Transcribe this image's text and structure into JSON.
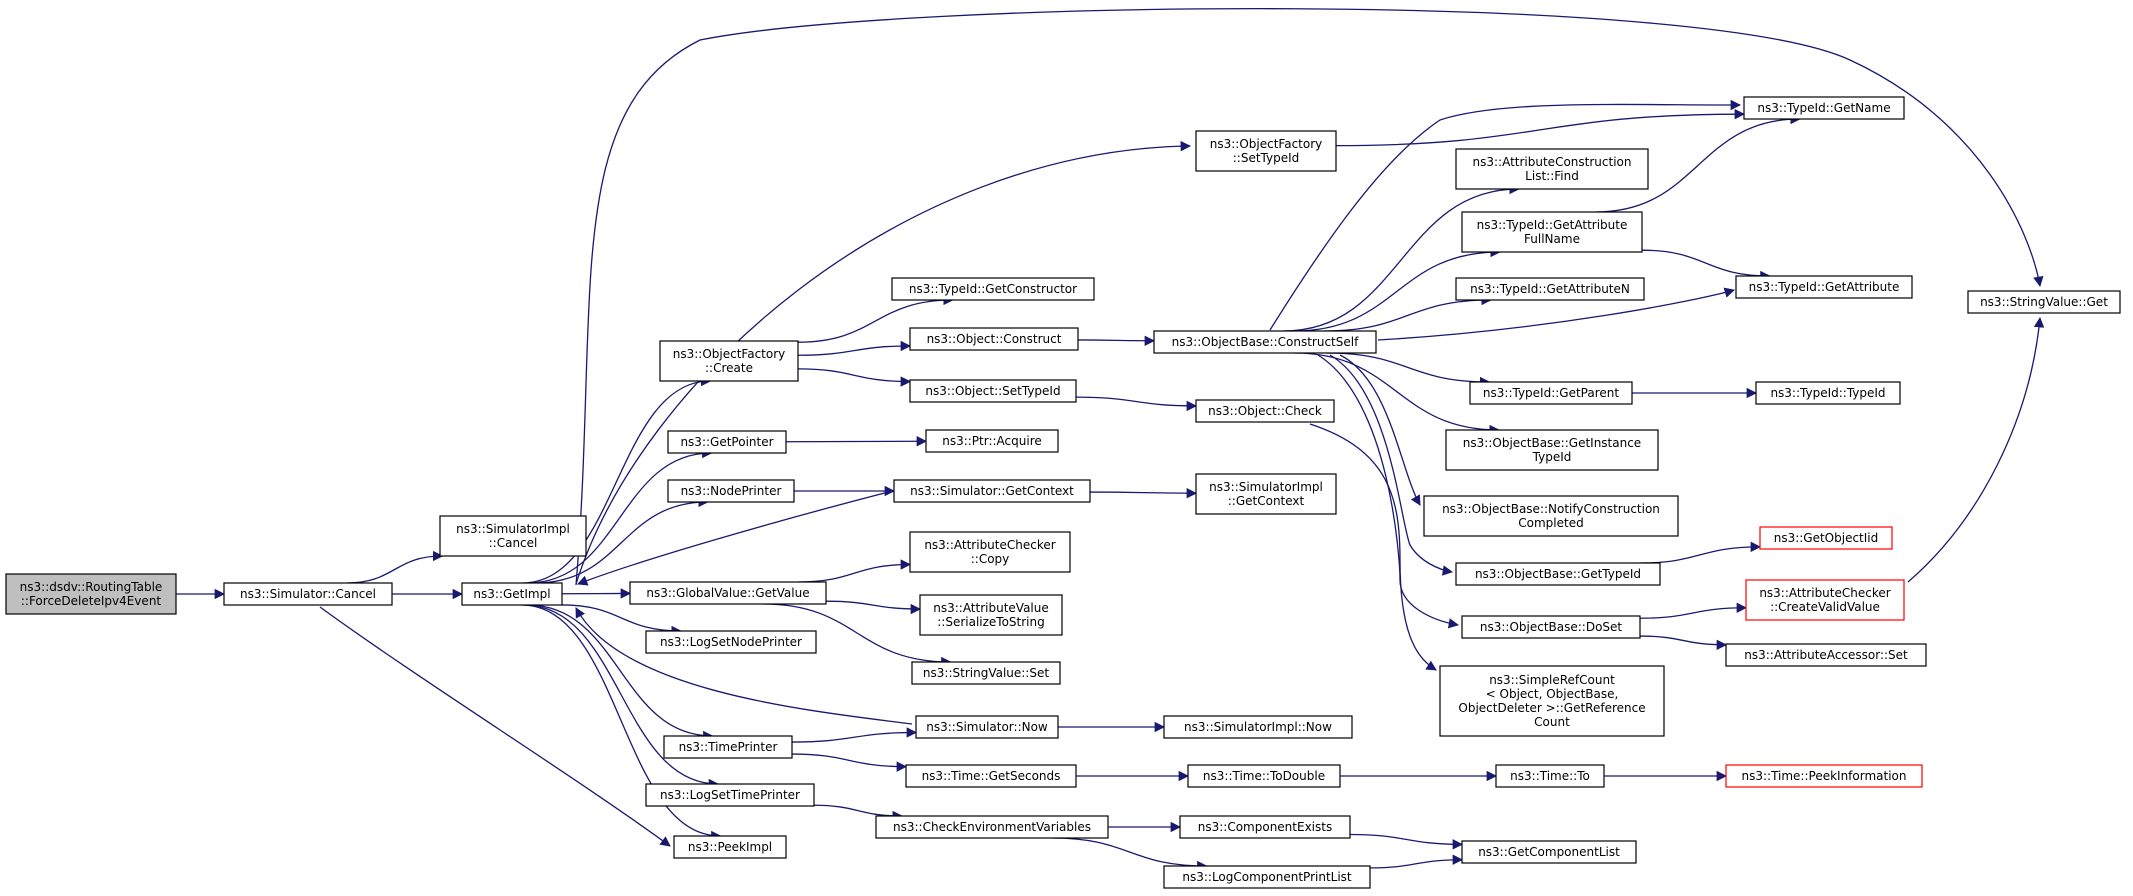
{
  "colors": {
    "edge": "#191970",
    "node_border": "#000000",
    "truncated_border": "#ff0000",
    "root_fill": "#bfbfbf",
    "node_fill": "#ffffff"
  },
  "nodes": [
    {
      "id": "force-delete",
      "lines": [
        "ns3::dsdv::RoutingTable",
        "::ForceDeleteIpv4Event"
      ],
      "root": true
    },
    {
      "id": "sim-cancel",
      "lines": [
        "ns3::Simulator::Cancel"
      ]
    },
    {
      "id": "simimpl-cancel",
      "lines": [
        "ns3::SimulatorImpl",
        "::Cancel"
      ]
    },
    {
      "id": "getimpl",
      "lines": [
        "ns3::GetImpl"
      ]
    },
    {
      "id": "of-create",
      "lines": [
        "ns3::ObjectFactory",
        "::Create"
      ]
    },
    {
      "id": "getpointer",
      "lines": [
        "ns3::GetPointer"
      ]
    },
    {
      "id": "nodeprinter",
      "lines": [
        "ns3::NodePrinter"
      ]
    },
    {
      "id": "gv-getvalue",
      "lines": [
        "ns3::GlobalValue::GetValue"
      ]
    },
    {
      "id": "logsetnodeprinter",
      "lines": [
        "ns3::LogSetNodePrinter"
      ]
    },
    {
      "id": "timeprinter",
      "lines": [
        "ns3::TimePrinter"
      ]
    },
    {
      "id": "logsettimeprinter",
      "lines": [
        "ns3::LogSetTimePrinter"
      ]
    },
    {
      "id": "peekimpl",
      "lines": [
        "ns3::PeekImpl"
      ]
    },
    {
      "id": "of-settypeid",
      "lines": [
        "ns3::ObjectFactory",
        "::SetTypeId"
      ]
    },
    {
      "id": "typeid-getconstructor",
      "lines": [
        "ns3::TypeId::GetConstructor"
      ]
    },
    {
      "id": "object-construct",
      "lines": [
        "ns3::Object::Construct"
      ]
    },
    {
      "id": "object-settypeid",
      "lines": [
        "ns3::Object::SetTypeId"
      ]
    },
    {
      "id": "ptr-acquire",
      "lines": [
        "ns3::Ptr::Acquire"
      ]
    },
    {
      "id": "sim-getcontext",
      "lines": [
        "ns3::Simulator::GetContext"
      ]
    },
    {
      "id": "ac-copy",
      "lines": [
        "ns3::AttributeChecker",
        "::Copy"
      ]
    },
    {
      "id": "av-serialize",
      "lines": [
        "ns3::AttributeValue",
        "::SerializeToString"
      ]
    },
    {
      "id": "sv-set",
      "lines": [
        "ns3::StringValue::Set"
      ]
    },
    {
      "id": "sim-now",
      "lines": [
        "ns3::Simulator::Now"
      ]
    },
    {
      "id": "time-getseconds",
      "lines": [
        "ns3::Time::GetSeconds"
      ]
    },
    {
      "id": "checkenv",
      "lines": [
        "ns3::CheckEnvironmentVariables"
      ]
    },
    {
      "id": "ob-constructself",
      "lines": [
        "ns3::ObjectBase::ConstructSelf"
      ]
    },
    {
      "id": "object-check",
      "lines": [
        "ns3::Object::Check"
      ]
    },
    {
      "id": "simimpl-getcontext",
      "lines": [
        "ns3::SimulatorImpl",
        "::GetContext"
      ]
    },
    {
      "id": "simimpl-now",
      "lines": [
        "ns3::SimulatorImpl::Now"
      ]
    },
    {
      "id": "time-todouble",
      "lines": [
        "ns3::Time::ToDouble"
      ]
    },
    {
      "id": "componentexists",
      "lines": [
        "ns3::ComponentExists"
      ]
    },
    {
      "id": "logcomponentprintlist",
      "lines": [
        "ns3::LogComponentPrintList"
      ]
    },
    {
      "id": "acl-find",
      "lines": [
        "ns3::AttributeConstruction",
        "List::Find"
      ]
    },
    {
      "id": "typeid-getattrfullname",
      "lines": [
        "ns3::TypeId::GetAttribute",
        "FullName"
      ]
    },
    {
      "id": "typeid-getattrn",
      "lines": [
        "ns3::TypeId::GetAttributeN"
      ]
    },
    {
      "id": "typeid-getparent",
      "lines": [
        "ns3::TypeId::GetParent"
      ]
    },
    {
      "id": "ob-getinstancetypeid",
      "lines": [
        "ns3::ObjectBase::GetInstance",
        "TypeId"
      ]
    },
    {
      "id": "ob-notifyconstruction",
      "lines": [
        "ns3::ObjectBase::NotifyConstruction",
        "Completed"
      ]
    },
    {
      "id": "ob-gettypeid",
      "lines": [
        "ns3::ObjectBase::GetTypeId"
      ]
    },
    {
      "id": "ob-doset",
      "lines": [
        "ns3::ObjectBase::DoSet"
      ]
    },
    {
      "id": "simplerefcount",
      "lines": [
        "ns3::SimpleRefCount",
        "< Object, ObjectBase,",
        " ObjectDeleter >::GetReference",
        "Count"
      ]
    },
    {
      "id": "time-to",
      "lines": [
        "ns3::Time::To"
      ]
    },
    {
      "id": "getcomponentlist",
      "lines": [
        "ns3::GetComponentList"
      ]
    },
    {
      "id": "typeid-getname",
      "lines": [
        "ns3::TypeId::GetName"
      ]
    },
    {
      "id": "typeid-getattribute",
      "lines": [
        "ns3::TypeId::GetAttribute"
      ]
    },
    {
      "id": "typeid-typeid",
      "lines": [
        "ns3::TypeId::TypeId"
      ]
    },
    {
      "id": "getobjectiid",
      "lines": [
        "ns3::GetObjectIid"
      ],
      "truncated": true
    },
    {
      "id": "ac-createvalidvalue",
      "lines": [
        "ns3::AttributeChecker",
        "::CreateValidValue"
      ],
      "truncated": true
    },
    {
      "id": "accessor-set",
      "lines": [
        "ns3::AttributeAccessor::Set"
      ]
    },
    {
      "id": "time-peekinfo",
      "lines": [
        "ns3::Time::PeekInformation"
      ],
      "truncated": true
    },
    {
      "id": "stringvalue-get",
      "lines": [
        "ns3::StringValue::Get"
      ]
    }
  ],
  "edges": [
    [
      "force-delete",
      "sim-cancel"
    ],
    [
      "sim-cancel",
      "simimpl-cancel"
    ],
    [
      "sim-cancel",
      "getimpl"
    ],
    [
      "sim-cancel",
      "peekimpl"
    ],
    [
      "getimpl",
      "of-create"
    ],
    [
      "getimpl",
      "getpointer"
    ],
    [
      "getimpl",
      "nodeprinter"
    ],
    [
      "getimpl",
      "gv-getvalue"
    ],
    [
      "getimpl",
      "logsetnodeprinter"
    ],
    [
      "getimpl",
      "timeprinter"
    ],
    [
      "getimpl",
      "logsettimeprinter"
    ],
    [
      "getimpl",
      "peekimpl"
    ],
    [
      "getimpl",
      "of-settypeid"
    ],
    [
      "getimpl",
      "stringvalue-get"
    ],
    [
      "of-create",
      "typeid-getconstructor"
    ],
    [
      "of-create",
      "object-construct"
    ],
    [
      "of-create",
      "object-settypeid"
    ],
    [
      "getpointer",
      "ptr-acquire"
    ],
    [
      "nodeprinter",
      "sim-getcontext"
    ],
    [
      "sim-getcontext",
      "getimpl"
    ],
    [
      "sim-getcontext",
      "simimpl-getcontext"
    ],
    [
      "gv-getvalue",
      "ac-copy"
    ],
    [
      "gv-getvalue",
      "av-serialize"
    ],
    [
      "gv-getvalue",
      "sv-set"
    ],
    [
      "timeprinter",
      "sim-now"
    ],
    [
      "timeprinter",
      "time-getseconds"
    ],
    [
      "sim-now",
      "getimpl"
    ],
    [
      "sim-now",
      "simimpl-now"
    ],
    [
      "logsettimeprinter",
      "checkenv"
    ],
    [
      "time-getseconds",
      "time-todouble"
    ],
    [
      "time-todouble",
      "time-to"
    ],
    [
      "time-to",
      "time-peekinfo"
    ],
    [
      "checkenv",
      "componentexists"
    ],
    [
      "checkenv",
      "logcomponentprintlist"
    ],
    [
      "componentexists",
      "getcomponentlist"
    ],
    [
      "logcomponentprintlist",
      "getcomponentlist"
    ],
    [
      "object-construct",
      "ob-constructself"
    ],
    [
      "object-settypeid",
      "object-check"
    ],
    [
      "object-check",
      "simplerefcount"
    ],
    [
      "of-settypeid",
      "typeid-getname"
    ],
    [
      "ob-constructself",
      "acl-find"
    ],
    [
      "ob-constructself",
      "typeid-getattrfullname"
    ],
    [
      "ob-constructself",
      "typeid-getattrn"
    ],
    [
      "ob-constructself",
      "typeid-getparent"
    ],
    [
      "ob-constructself",
      "ob-getinstancetypeid"
    ],
    [
      "ob-constructself",
      "ob-notifyconstruction"
    ],
    [
      "ob-constructself",
      "ob-gettypeid"
    ],
    [
      "ob-constructself",
      "ob-doset"
    ],
    [
      "ob-constructself",
      "typeid-getname"
    ],
    [
      "ob-constructself",
      "typeid-getattribute"
    ],
    [
      "typeid-getattrfullname",
      "typeid-getname"
    ],
    [
      "typeid-getattrfullname",
      "typeid-getattribute"
    ],
    [
      "typeid-getparent",
      "typeid-typeid"
    ],
    [
      "ob-gettypeid",
      "getobjectiid"
    ],
    [
      "ob-doset",
      "ac-createvalidvalue"
    ],
    [
      "ob-doset",
      "accessor-set"
    ],
    [
      "ac-createvalidvalue",
      "stringvalue-get"
    ]
  ]
}
